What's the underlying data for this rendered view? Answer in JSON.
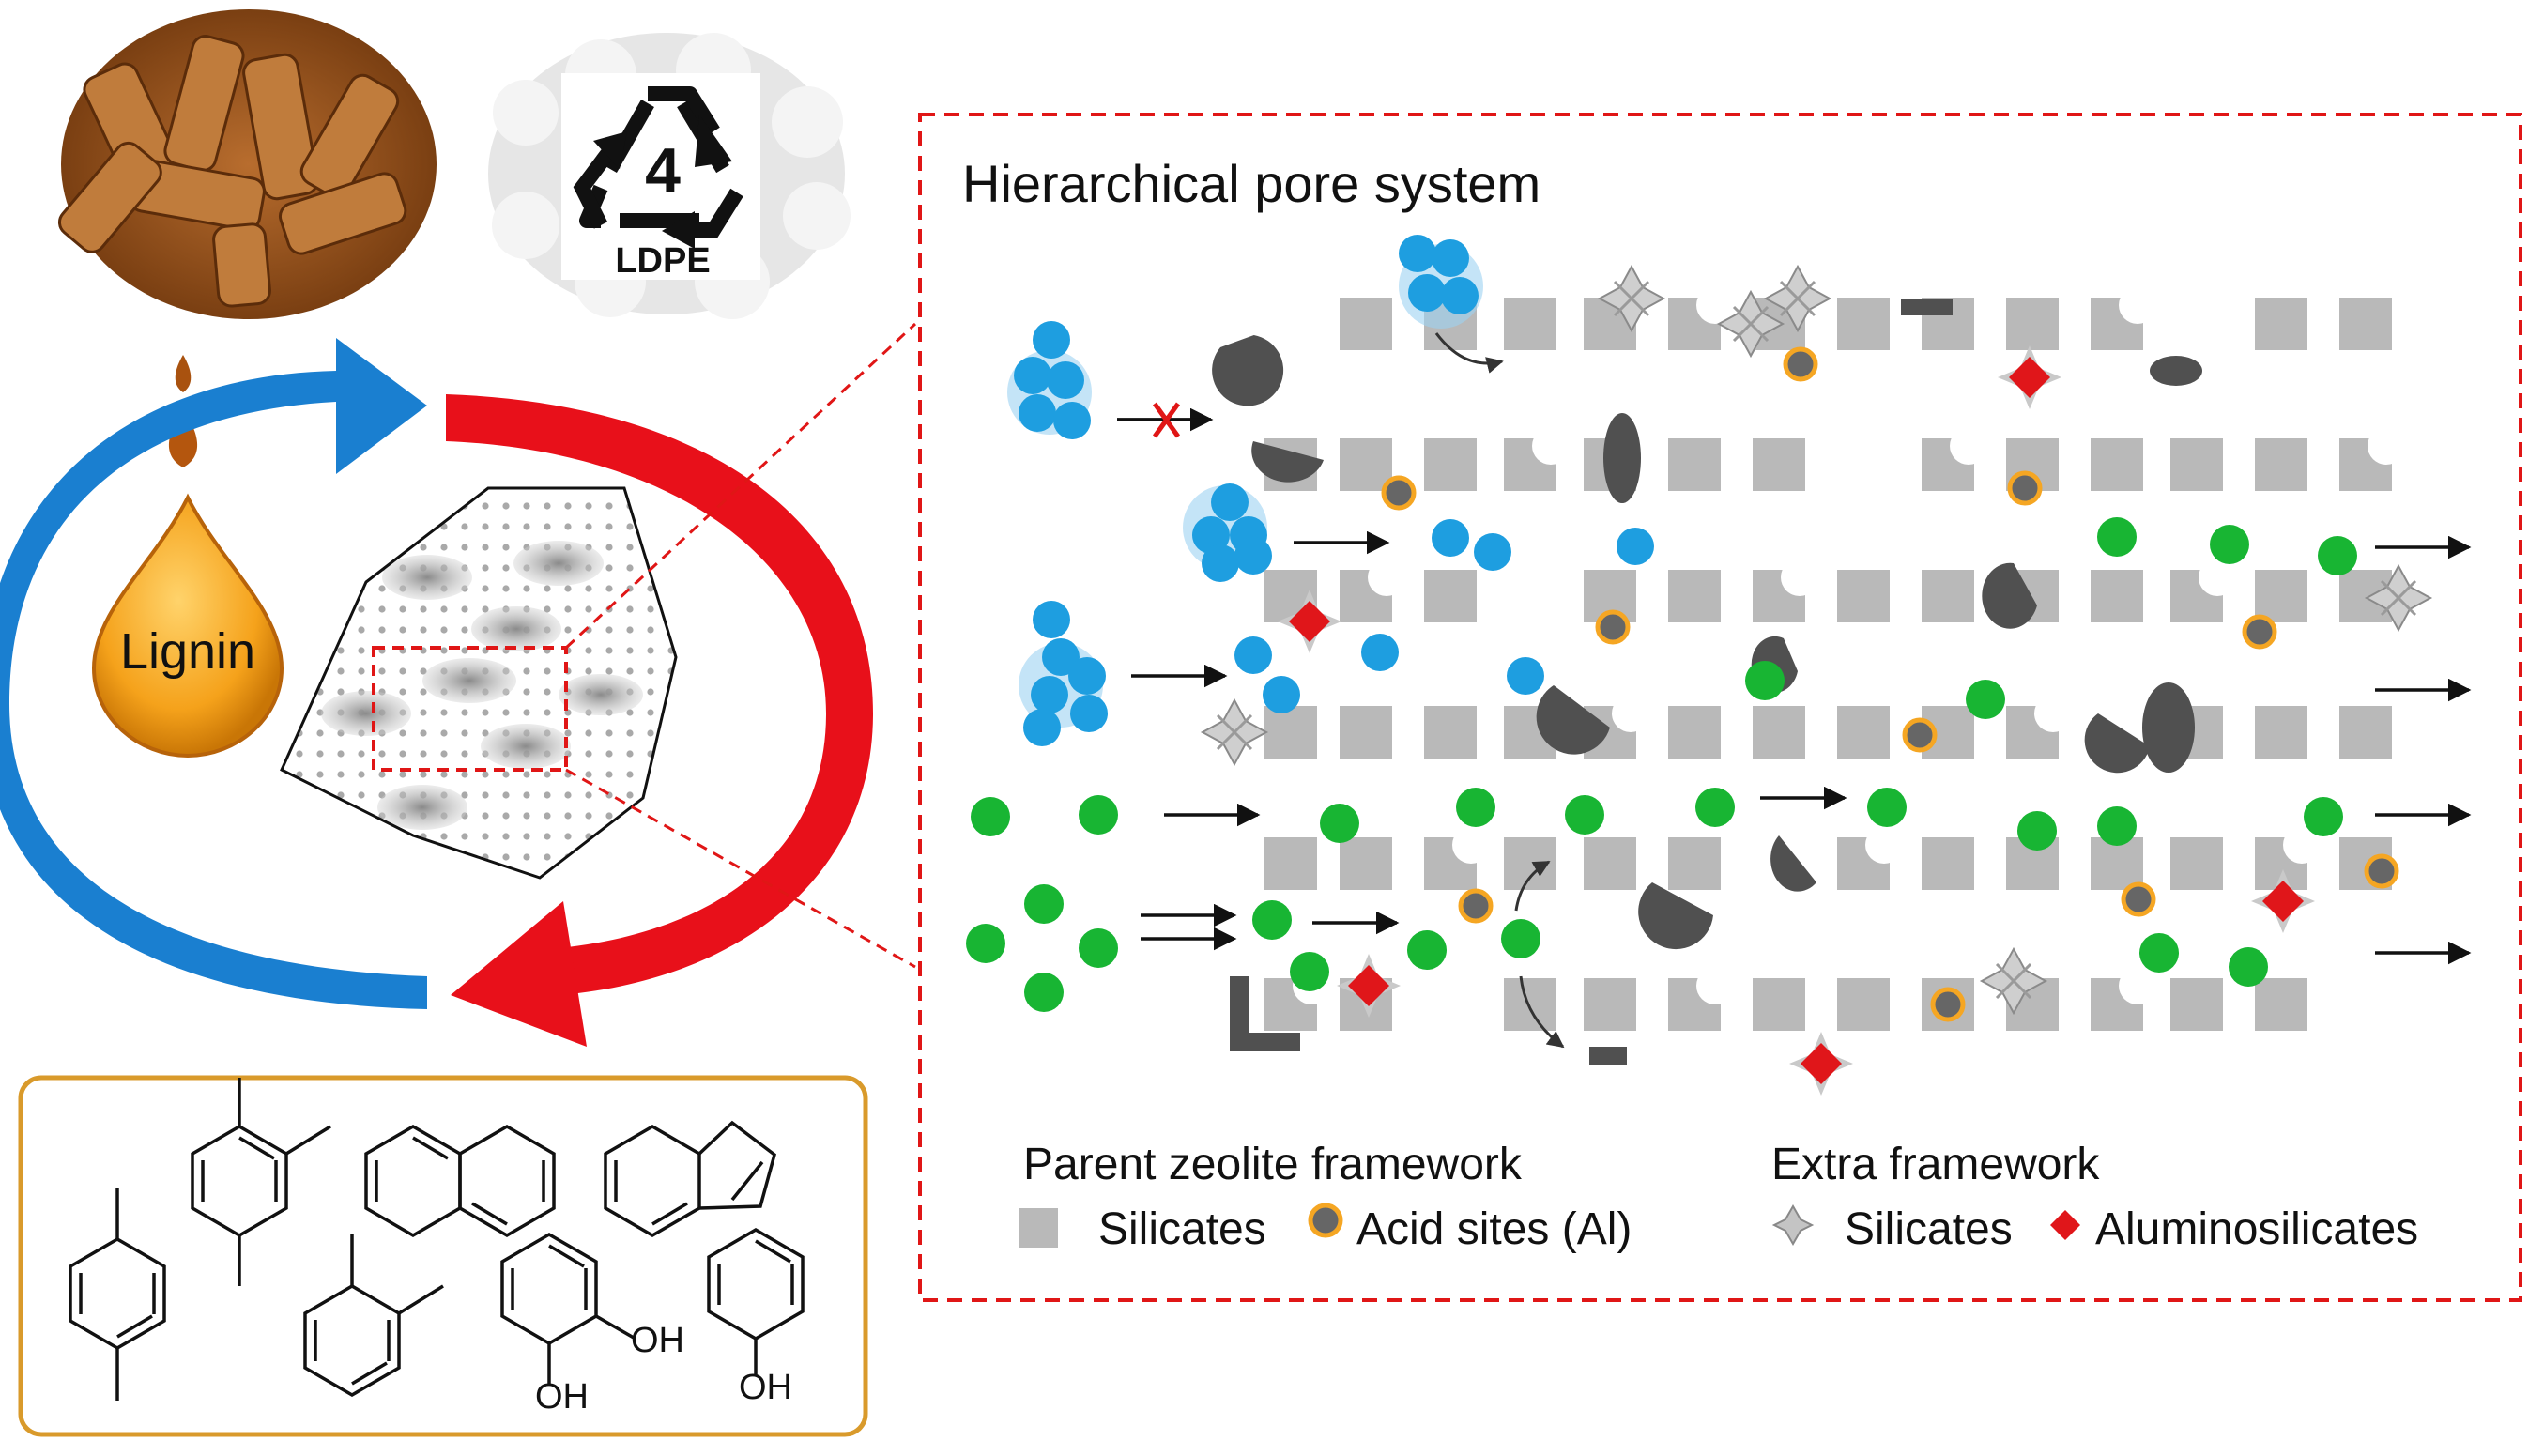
{
  "recycling_symbol": {
    "number": "4",
    "material": "LDPE"
  },
  "drop_label": "Lignin",
  "pore_panel": {
    "title": "Hierarchical pore system"
  },
  "legend": {
    "parent_title": "Parent zeolite framework",
    "silicates": "Silicates",
    "acid_sites": "Acid sites (Al)",
    "extra_title": "Extra framework",
    "extra_silicates": "Silicates",
    "aluminosilicates": "Aluminosilicates"
  },
  "products": {
    "oh_label": "OH"
  },
  "colors": {
    "blue_arrow": "#1a7fd0",
    "red_arrow": "#e8101a",
    "lignin_drop": "#f5a21b",
    "dashed_box": "#e01616",
    "framework_grey": "#b9b9b9",
    "dark_grey": "#4d4d4d",
    "acid_ring": "#f5a623",
    "green_molecule": "#18b533",
    "blue_molecule": "#1e9ee0",
    "aluminosilicate_red": "#e0161a",
    "product_box_border": "#d99a2b",
    "wood_pellets": "#9c5a22"
  },
  "icons": [
    "wood-pellets-image",
    "recycle-ldpe-icon",
    "lignin-drop-icon",
    "zeolite-crystal-icon",
    "silicate-crystal-icon",
    "aluminosilicate-diamond-icon"
  ]
}
